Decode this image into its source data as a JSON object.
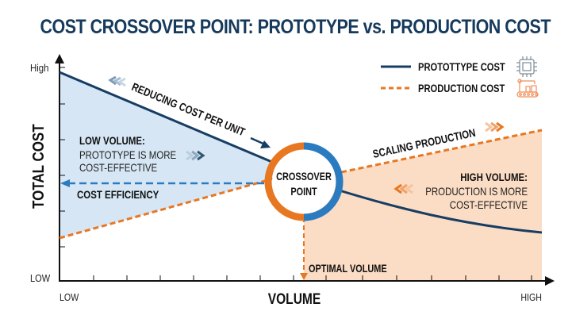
{
  "title": "COST CROSSOVER POINT: PROTOTYPE vs. PRODUCTION COST",
  "legend": {
    "items": [
      {
        "label": "PROTOTTYPE COST",
        "style": "solid",
        "color": "#173d63",
        "icon": "circuit-chip-icon"
      },
      {
        "label": "PRODUCTION COST",
        "style": "dashed",
        "color": "#e87722",
        "icon": "assembly-line-robot-icon"
      }
    ]
  },
  "axes": {
    "y_label": "TOTAL COST",
    "y_high": "High",
    "y_low": "LOW",
    "x_label": "VOLUME",
    "x_low": "LOW",
    "x_high": "HIGH"
  },
  "annotations": {
    "reducing": "REDUCING COST PER UNIT",
    "low_volume_title": "LOW VOLUME:",
    "low_volume_line1": "PROTOTYPE IS MORE",
    "low_volume_line2": "COST-EFFECTIVE",
    "cost_efficiency": "COST EFFICIENCY",
    "crossover_line1": "CROSSOVER",
    "crossover_line2": "POINT",
    "scaling": "SCALING PRODUCTION",
    "high_volume_title": "HIGH VOLUME:",
    "high_volume_line1": "PRODUCTION IS MORE",
    "high_volume_line2": "COST-EFFECTIVE",
    "optimal_volume": "OPTIMAL VOLUME"
  },
  "colors": {
    "prototype": "#173d63",
    "production": "#e87722",
    "low_region": "#d6e6f5",
    "high_region": "#fbdcc4",
    "efficiency_arrow": "#2a7bbf",
    "title": "#163a5c"
  },
  "chart_data": {
    "type": "line",
    "title": "COST CROSSOVER POINT: PROTOTYPE vs. PRODUCTION COST",
    "xlabel": "VOLUME",
    "ylabel": "TOTAL COST",
    "x_range": [
      "LOW",
      "HIGH"
    ],
    "y_range": [
      "LOW",
      "High"
    ],
    "x": [
      0,
      0.25,
      0.5,
      0.6,
      0.75,
      1.0
    ],
    "series": [
      {
        "name": "PROTOTTYPE COST",
        "style": "solid",
        "values": [
          0.93,
          0.75,
          0.55,
          0.46,
          0.34,
          0.22
        ]
      },
      {
        "name": "PRODUCTION COST",
        "style": "dashed",
        "values": [
          0.19,
          0.31,
          0.45,
          0.49,
          0.56,
          0.68
        ]
      }
    ],
    "crossover": {
      "x": 0.5,
      "label": "CROSSOVER POINT"
    },
    "regions": [
      {
        "label": "LOW VOLUME: PROTOTYPE IS MORE COST-EFFECTIVE",
        "x": [
          0,
          0.5
        ]
      },
      {
        "label": "HIGH VOLUME: PRODUCTION IS MORE COST-EFFECTIVE",
        "x": [
          0.5,
          1.0
        ]
      }
    ],
    "annotations": [
      "REDUCING COST PER UNIT",
      "SCALING PRODUCTION",
      "COST EFFICIENCY",
      "OPTIMAL VOLUME"
    ],
    "grid": false,
    "legend_position": "top-right"
  }
}
